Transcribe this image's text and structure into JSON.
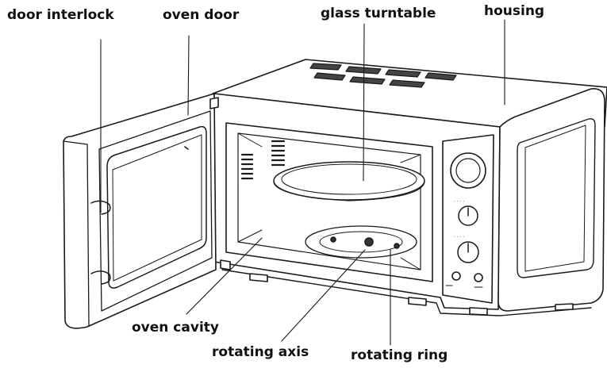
{
  "labels": {
    "door_interlock": "door interlock",
    "oven_door": "oven door",
    "glass_turntable": "glass turntable",
    "housing": "housing",
    "oven_cavity": "oven cavity",
    "rotating_axis": "rotating axis",
    "rotating_ring": "rotating ring"
  },
  "colors": {
    "line": "#1a1a1a",
    "background": "#ffffff"
  }
}
